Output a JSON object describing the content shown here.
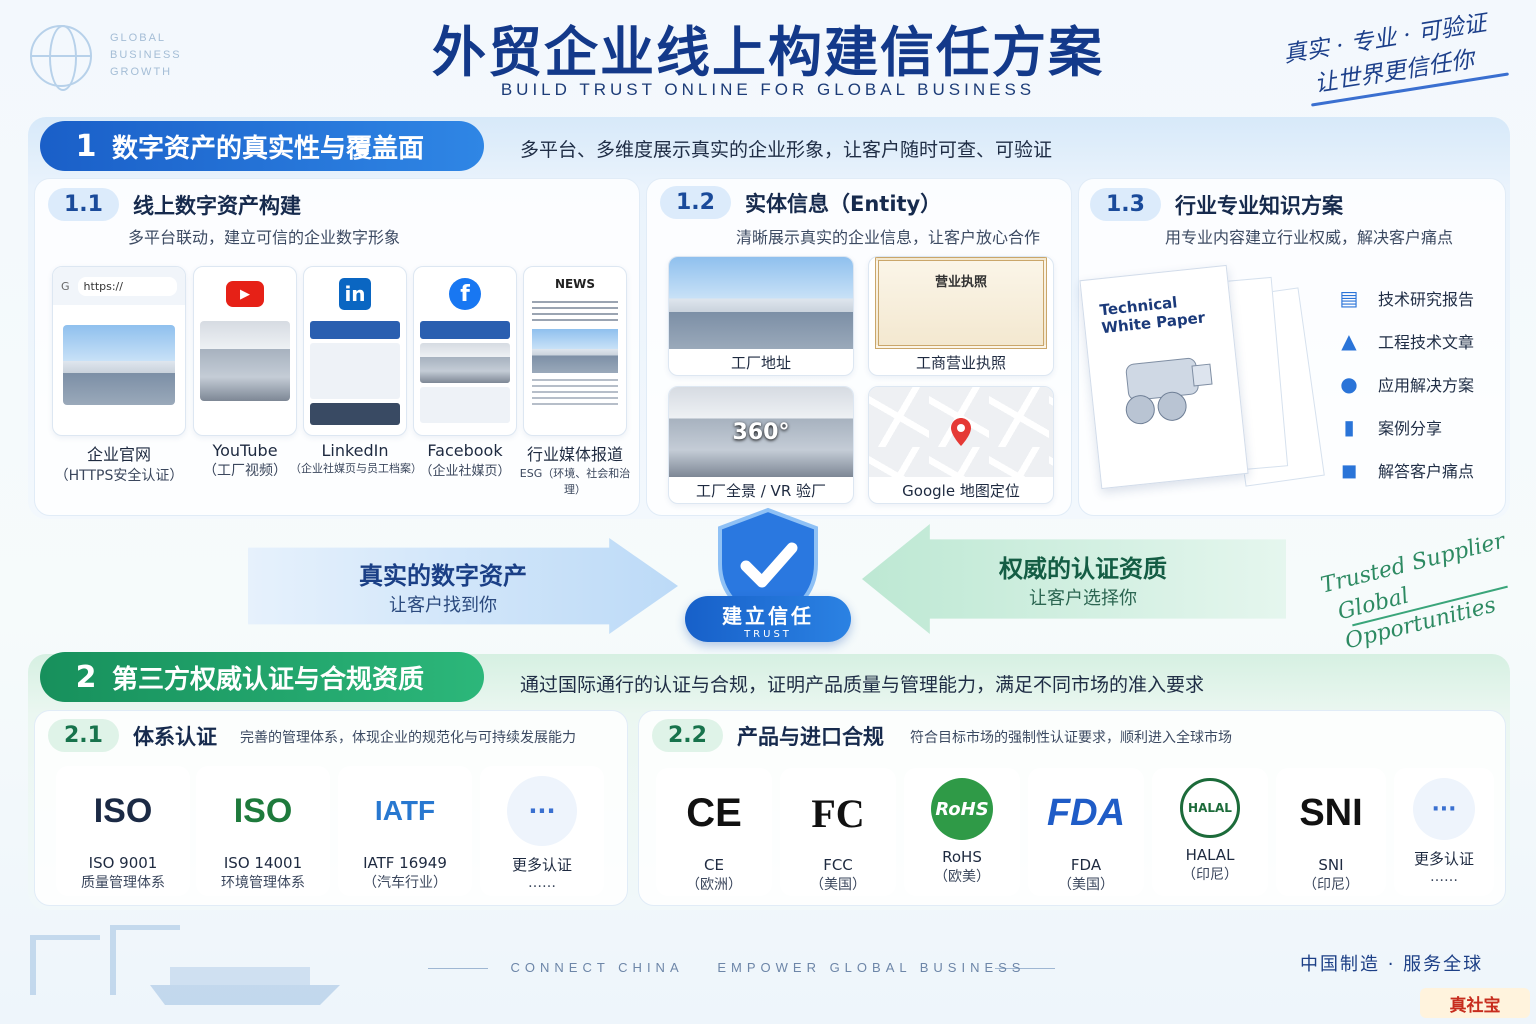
{
  "header": {
    "brand_lines": [
      "GLOBAL",
      "BUSINESS",
      "GROWTH"
    ],
    "title": "外贸企业线上构建信任方案",
    "subtitle": "BUILD TRUST ONLINE FOR GLOBAL BUSINESS",
    "slogan_line1": "真实 · 专业 · 可验证",
    "slogan_line2": "让世界更信任你"
  },
  "section1": {
    "num": "1",
    "title": "数字资产的真实性与覆盖面",
    "desc": "多平台、多维度展示真实的企业形象，让客户随时可查、可验证",
    "s11": {
      "tag": "1.1",
      "title": "线上数字资产构建",
      "desc": "多平台联动，建立可信的企业数字形象",
      "browser_url": "https://",
      "news_label": "NEWS",
      "tiles": [
        {
          "name": "企业官网",
          "sub": "（HTTPS安全认证）"
        },
        {
          "name": "YouTube",
          "sub": "（工厂视频）"
        },
        {
          "name": "LinkedIn",
          "sub": "（企业社媒页与员工档案）"
        },
        {
          "name": "Facebook",
          "sub": "（企业社媒页）"
        },
        {
          "name": "行业媒体报道",
          "sub": "ESG（环境、社会和治理）"
        }
      ]
    },
    "s12": {
      "tag": "1.2",
      "title": "实体信息（Entity）",
      "desc": "清晰展示真实的企业信息，让客户放心合作",
      "license_title": "营业执照",
      "vr_label": "360°",
      "tiles": [
        "工厂地址",
        "工商营业执照",
        "工厂全景 / VR 验厂",
        "Google 地图定位"
      ]
    },
    "s13": {
      "tag": "1.3",
      "title": "行业专业知识方案",
      "desc": "用专业内容建立行业权威，解决客户痛点",
      "paper_title1": "Technical",
      "paper_title2": "White Paper",
      "items": [
        "技术研究报告",
        "工程技术文章",
        "应用解决方案",
        "案例分享",
        "解答客户痛点"
      ]
    }
  },
  "middle": {
    "left_title": "真实的数字资产",
    "left_sub": "让客户找到你",
    "right_title": "权威的认证资质",
    "right_sub": "让客户选择你",
    "trust_cn": "建立信任",
    "trust_en": "TRUST",
    "trusted1": "Trusted Supplier",
    "trusted2": "Global Opportunities"
  },
  "section2": {
    "num": "2",
    "title": "第三方权威认证与合规资质",
    "desc": "通过国际通行的认证与合规，证明产品质量与管理能力，满足不同市场的准入要求",
    "s21": {
      "tag": "2.1",
      "title": "体系认证",
      "desc": "完善的管理体系，体现企业的规范化与可持续发展能力",
      "certs": [
        {
          "logo": "ISO",
          "name": "ISO 9001",
          "sub": "质量管理体系"
        },
        {
          "logo": "ISO",
          "name": "ISO 14001",
          "sub": "环境管理体系"
        },
        {
          "logo": "IATF",
          "name": "IATF 16949",
          "sub": "（汽车行业）"
        },
        {
          "logo": "···",
          "name": "更多认证",
          "sub": "……"
        }
      ]
    },
    "s22": {
      "tag": "2.2",
      "title": "产品与进口合规",
      "desc": "符合目标市场的强制性认证要求，顺利进入全球市场",
      "certs": [
        {
          "logo": "CE",
          "name": "CE",
          "sub": "（欧洲）"
        },
        {
          "logo": "FC",
          "name": "FCC",
          "sub": "（美国）"
        },
        {
          "logo": "RoHS",
          "name": "RoHS",
          "sub": "（欧美）"
        },
        {
          "logo": "FDA",
          "name": "FDA",
          "sub": "（美国）"
        },
        {
          "logo": "HALAL",
          "name": "HALAL",
          "sub": "（印尼）"
        },
        {
          "logo": "SNI",
          "name": "SNI",
          "sub": "（印尼）"
        },
        {
          "logo": "···",
          "name": "更多认证",
          "sub": "……"
        }
      ]
    }
  },
  "footer": {
    "tagline": "CONNECT CHINA    EMPOWER GLOBAL BUSINESS",
    "right": "中国制造 · 服务全球",
    "brand": "真社宝"
  },
  "colors": {
    "primary": "#13398a",
    "blue": "#2b82e3",
    "green": "#2cb77a"
  }
}
